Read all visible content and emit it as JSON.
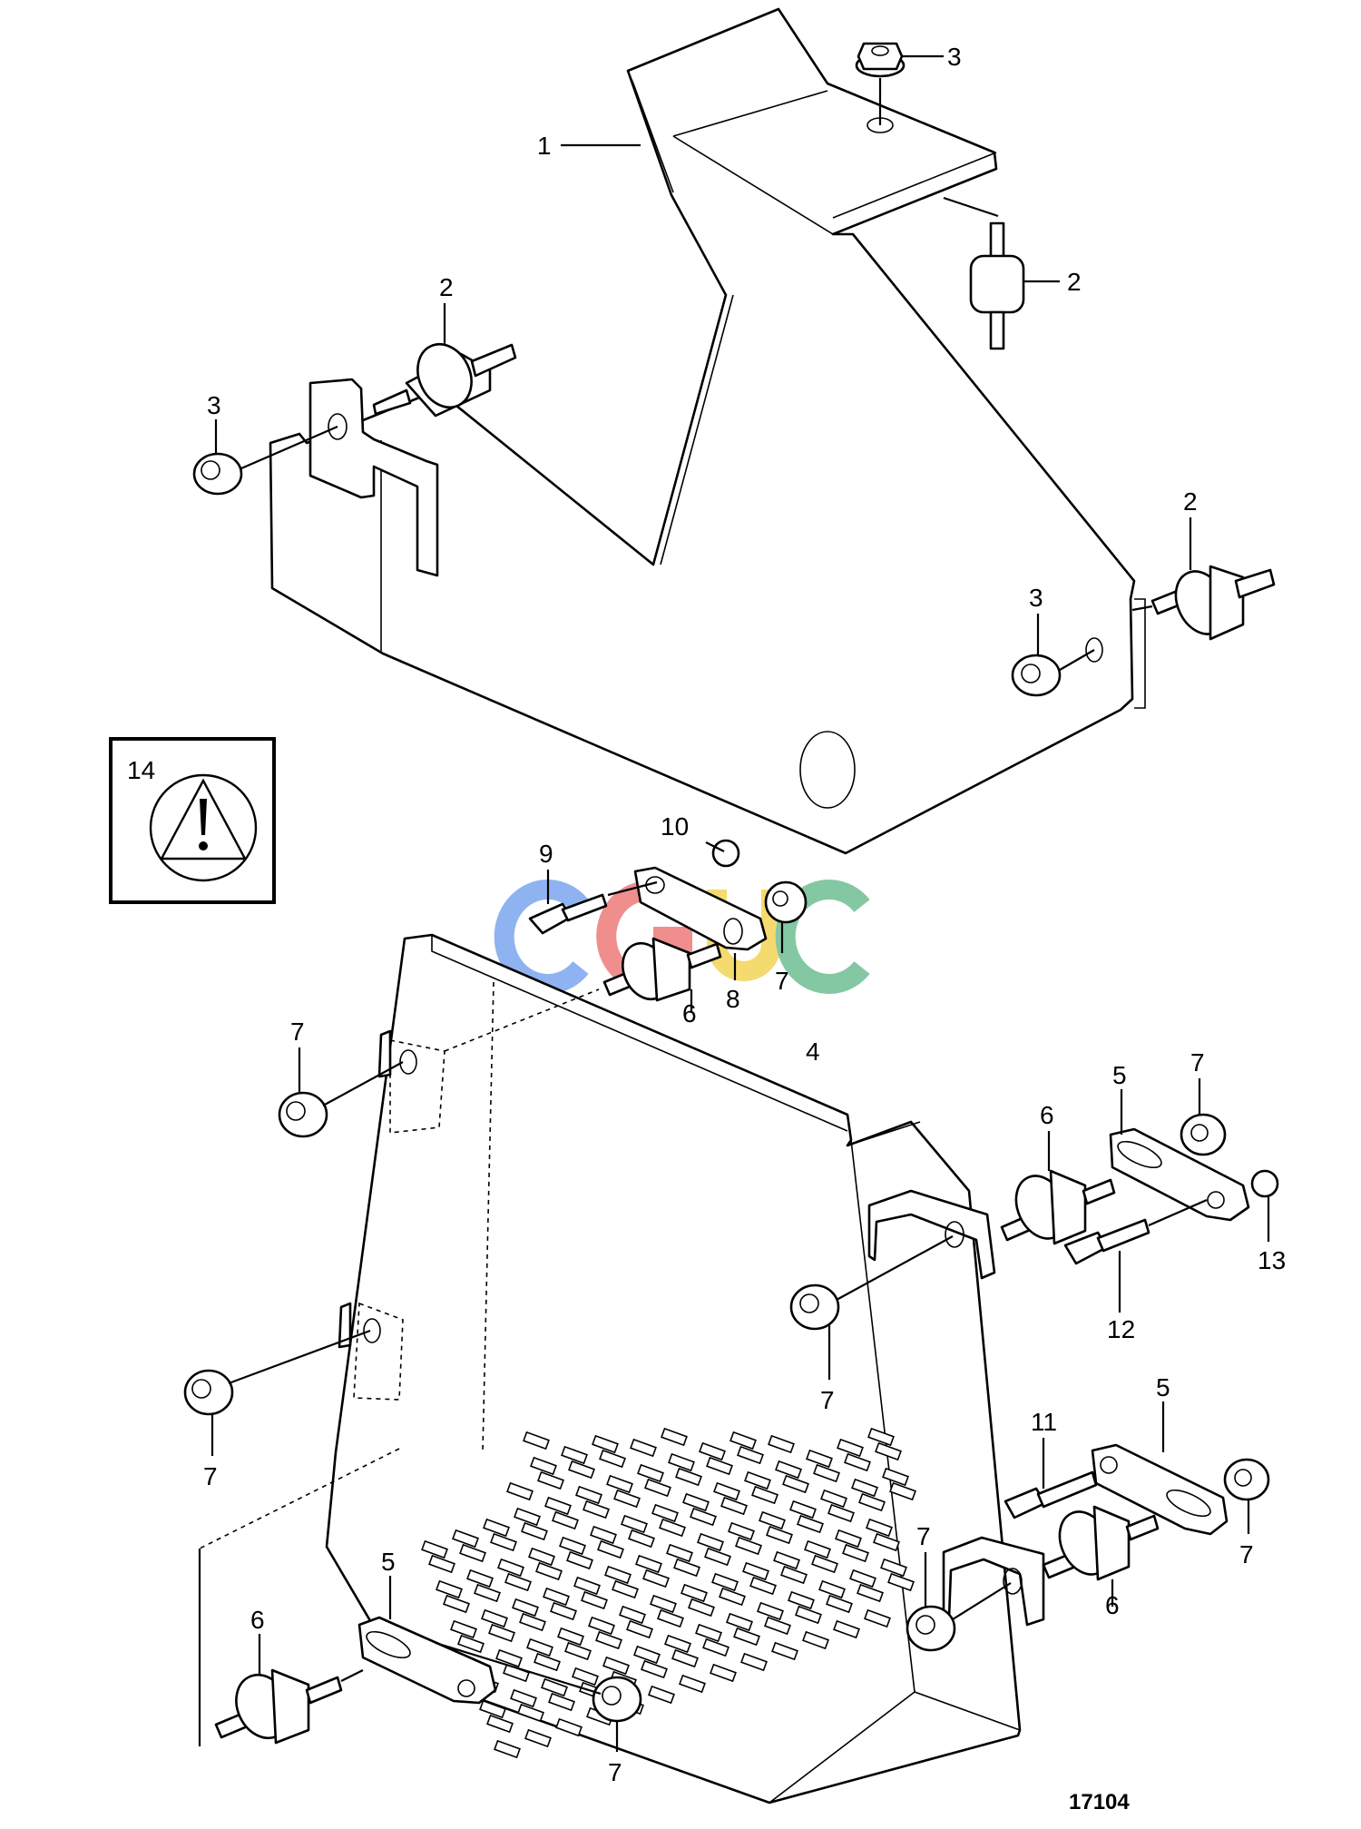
{
  "diagram": {
    "callouts": [
      "1",
      "2",
      "3",
      "4",
      "5",
      "6",
      "7",
      "8",
      "9",
      "10",
      "11",
      "12",
      "13",
      "14"
    ],
    "warning_symbol": "warning-triangle-icon",
    "watermark": "CGUC",
    "reference_number": "17104"
  }
}
